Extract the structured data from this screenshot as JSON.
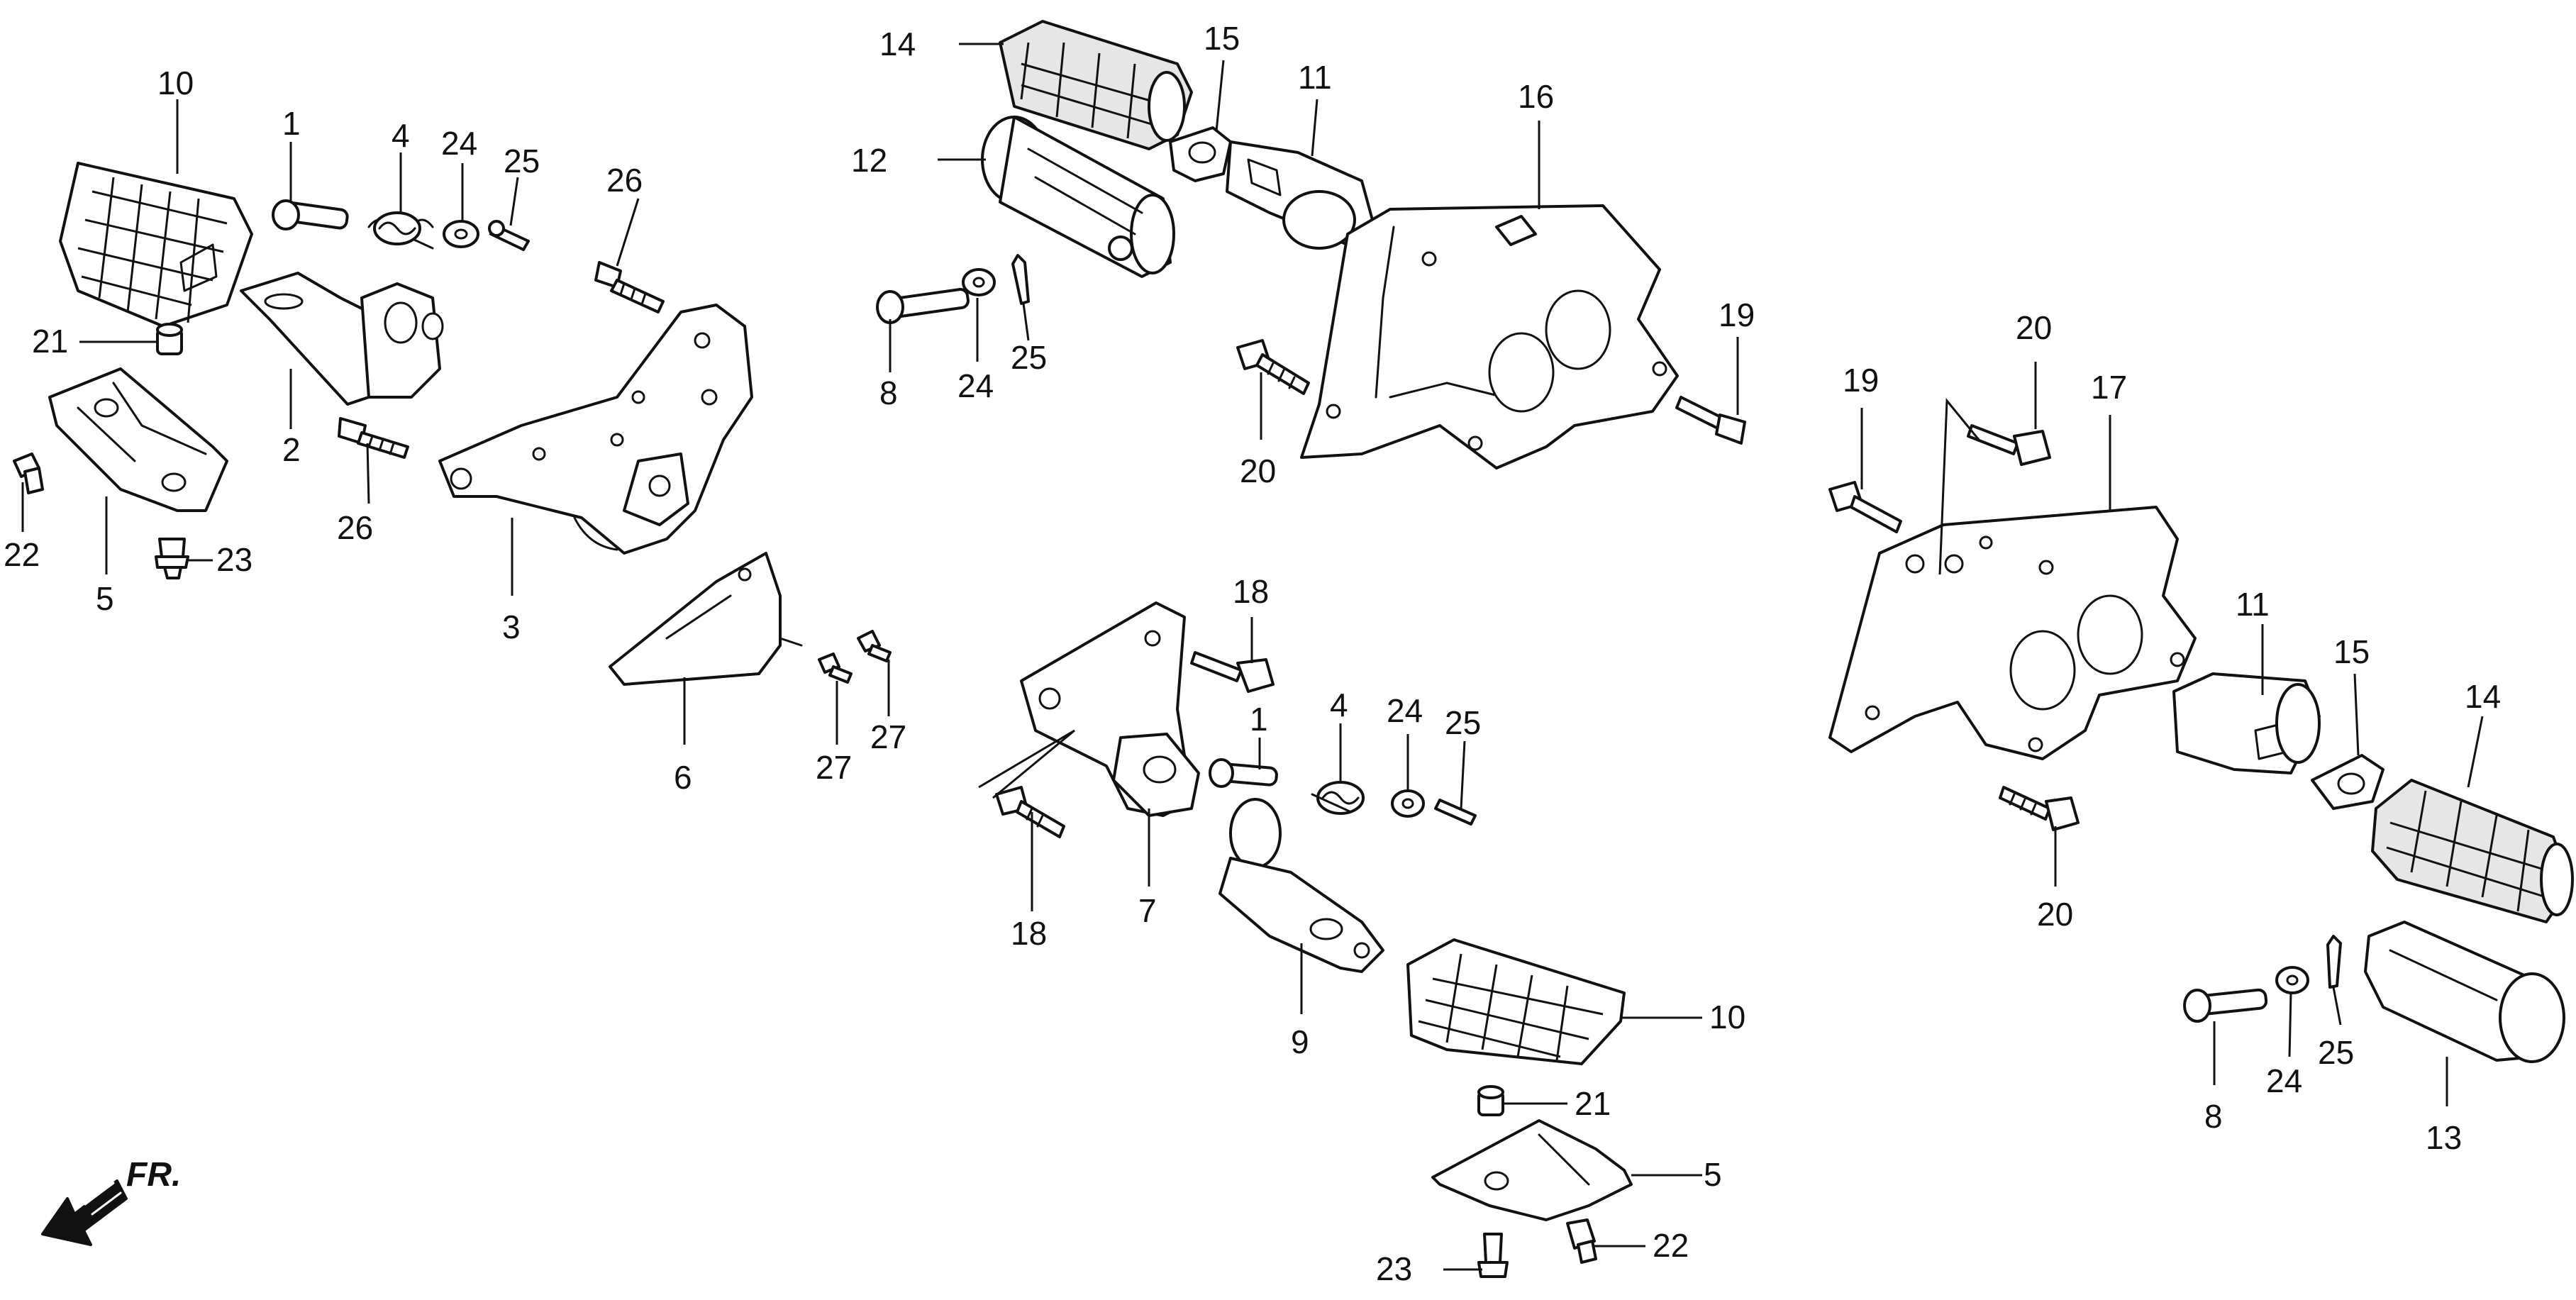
{
  "diagram": {
    "direction_label": "FR.",
    "callouts": {
      "c10a": "10",
      "c1a": "1",
      "c4a": "4",
      "c24a": "24",
      "c25a": "25",
      "c26a": "26",
      "c21a": "21",
      "c2": "2",
      "c26b": "26",
      "c22a": "22",
      "c5a": "5",
      "c23a": "23",
      "c3": "3",
      "c6": "6",
      "c27a": "27",
      "c27b": "27",
      "c14a": "14",
      "c15a": "15",
      "c11a": "11",
      "c16": "16",
      "c12": "12",
      "c8a": "8",
      "c24b": "24",
      "c25b": "25",
      "c20a": "20",
      "c19a": "19",
      "c18a": "18",
      "c18b": "18",
      "c7": "7",
      "c1b": "1",
      "c4b": "4",
      "c24c": "24",
      "c25c": "25",
      "c9": "9",
      "c10b": "10",
      "c21b": "21",
      "c5b": "5",
      "c23b": "23",
      "c22b": "22",
      "c19b": "19",
      "c20b": "20",
      "c17": "17",
      "c11b": "11",
      "c15b": "15",
      "c14b": "14",
      "c20c": "20",
      "c8b": "8",
      "c24d": "24",
      "c25d": "25",
      "c13": "13"
    }
  }
}
